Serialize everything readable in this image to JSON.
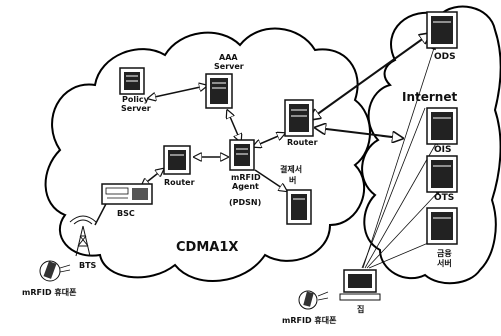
{
  "clouds": {
    "cdma_label": "CDMA1X",
    "internet_label": "Internet"
  },
  "nodes": {
    "aaa_line1": "AAA",
    "aaa_line2": "Server",
    "policy_line1": "Policy",
    "policy_line2": "Server",
    "router_left": "Router",
    "router_right": "Router",
    "agent_line1": "mRFID",
    "agent_line2": "Agent",
    "agent_line3": "(PDSN)",
    "payment_line1": "결제서",
    "payment_line2": "버",
    "bsc": "BSC",
    "bts": "BTS",
    "phone_left": "mRFID 휴대폰",
    "phone_bottom": "mRFID 휴대폰",
    "ods": "ODS",
    "ois": "OIS",
    "ots": "OTS",
    "finance_line1": "금융",
    "finance_line2": "서버",
    "home": "집"
  },
  "colors": {
    "line": "#111111",
    "server_fill": "#ffffff",
    "server_dark": "#222222",
    "cloud_stroke": "#000000"
  }
}
